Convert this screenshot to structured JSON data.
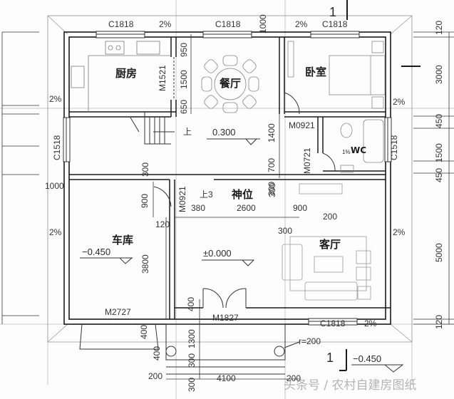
{
  "drawing": {
    "type": "floor_plan",
    "section_mark": "1",
    "rooms": [
      {
        "id": "kitchen",
        "label": "厨房"
      },
      {
        "id": "dining",
        "label": "餐厅"
      },
      {
        "id": "bedroom",
        "label": "卧室"
      },
      {
        "id": "wc",
        "label": "WC",
        "slope": "1%"
      },
      {
        "id": "garage",
        "label": "车库",
        "elevation": "−0.450"
      },
      {
        "id": "shrine",
        "label": "神位"
      },
      {
        "id": "living",
        "label": "客厅",
        "elevation": "±0.000"
      }
    ],
    "hall_elevation": "0.300",
    "outside_elevation": "−0.450",
    "stair_up_label": "上",
    "step_up_label": "上3",
    "windows": {
      "top_left": "C1818",
      "top_mid": "C1818",
      "top_right": "C1818",
      "left_mid": "C1518",
      "right_wc": "C1518",
      "bottom_living": "C1818"
    },
    "doors": {
      "kitchen": "M1521",
      "bedroom": "M0921",
      "wc": "M0721",
      "garage_side": "M0921",
      "garage": "M2727",
      "entry": "M1827"
    },
    "slopes": [
      "2%",
      "2%",
      "2%",
      "2%",
      "2%",
      "2%",
      "2%"
    ],
    "column_radius": "r=200",
    "dims_right": [
      "120",
      "3000",
      "450",
      "1500",
      "450",
      "5000",
      "120"
    ],
    "dims_kitchen": [
      "950",
      "1500",
      "650"
    ],
    "dims_hall": [
      "1400",
      "700",
      "300"
    ],
    "dims_misc": {
      "top_1000": "1000",
      "left_1000": "1000",
      "garage_300": "300",
      "garage_900": "900",
      "garage_120": "120",
      "garage_3800": "3800",
      "living_380": "380",
      "living_2600": "2600",
      "living_900": "900",
      "living_200": "200",
      "living_300": "300",
      "shrine_300": "300",
      "entry_400": "400",
      "porch_400a": "400",
      "porch_400b": "400",
      "porch_1300": "1300",
      "porch_300a": "300",
      "porch_300b": "300",
      "porch_200": "200",
      "porch_4100": "4100",
      "porch_200r": "200"
    }
  },
  "watermark": "头条号 / 农村自建房图纸"
}
